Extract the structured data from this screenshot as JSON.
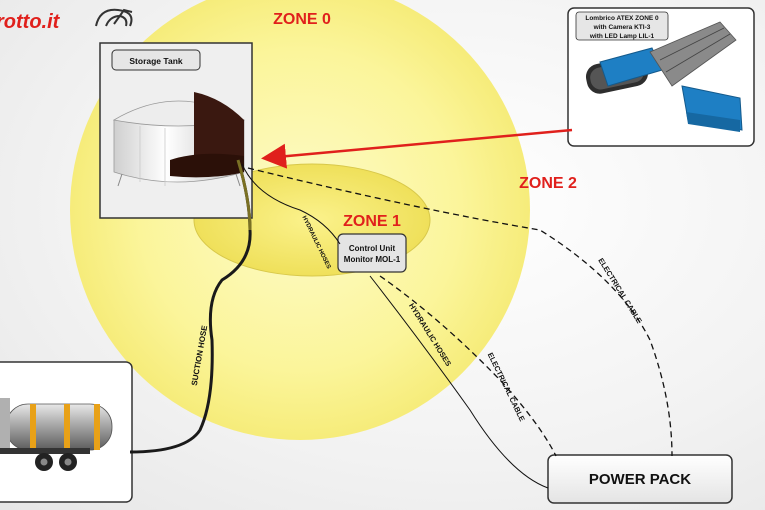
{
  "logo": {
    "text": "rotto.it"
  },
  "zones": {
    "zone0": "ZONE 0",
    "zone1": "ZONE 1",
    "zone2": "ZONE 2"
  },
  "storage_tank": {
    "label": "Storage Tank"
  },
  "robot": {
    "label_line1": "Lombrico ATEX ZONE 0",
    "label_line2": "with Camera KTI-3",
    "label_line3": "with LED Lamp LIL-1"
  },
  "control_unit": {
    "line1": "Control Unit",
    "line2": "Monitor MOL-1"
  },
  "power_pack": {
    "label": "POWER PACK"
  },
  "cables": {
    "hydraulic_hoses_tank": "HYDRAULIC HOSES",
    "hydraulic_hoses_power": "HYDRAULIC HOSES",
    "electrical_cable_power": "ELECTRICAL CABLE",
    "electrical_cable_robot": "ELECTRICAL CABLE",
    "suction_hose": "SUCTION HOSE"
  },
  "colors": {
    "zone_fill_outer": "#fbf59a",
    "zone_fill_inner": "#f6ea6c",
    "zone_label": "#e0201c",
    "arrow": "#e0201c",
    "robot_blue": "#1e7fc4",
    "tank_white": "#f4f4f4",
    "tank_oil": "#3a1810"
  }
}
